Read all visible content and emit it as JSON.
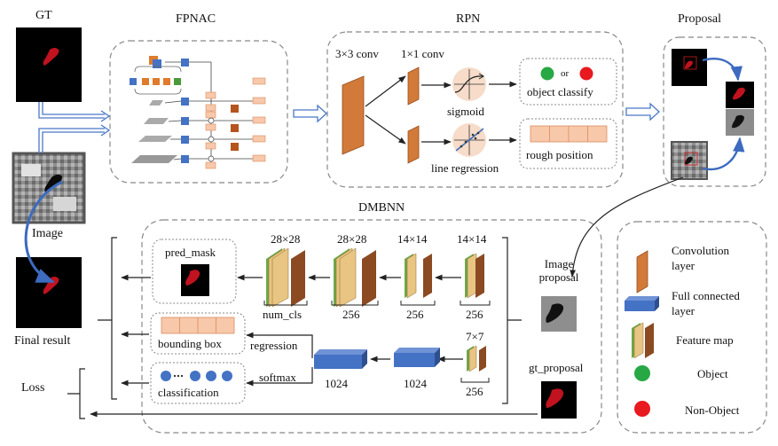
{
  "colors": {
    "conv": "#d17a3a",
    "conv_dark": "#9a4e1b",
    "fc": "#4472c4",
    "fc_dark": "#2e4f8f",
    "object": "#27a844",
    "non_object": "#e8191f",
    "box_fill": "#f8c8aa",
    "feat_brown": "#8b4a22",
    "feat_tan": "#e9c583",
    "feat_green": "#6fa84b",
    "dashed": "#888888",
    "arrow": "#222222",
    "curve_arrow": "#3c6bbf"
  },
  "top": {
    "gt_label": "GT",
    "image_label": "Image",
    "final_label": "Final result",
    "fpnac_title": "FPNAC",
    "rpn_title": "RPN",
    "proposal_title": "Proposal"
  },
  "rpn": {
    "conv3": "3×3 conv",
    "conv1": "1×1 conv",
    "sigmoid": "sigmoid",
    "line_regression": "line regression",
    "or": "or",
    "object_classify": "object classify",
    "rough_position": "rough position"
  },
  "dmbnn": {
    "title": "DMBNN",
    "pred_mask": "pred_mask",
    "bounding_box": "bounding box",
    "classification": "classification",
    "regression": "regression",
    "softmax": "softmax",
    "loss": "Loss",
    "image_proposal": "Image\nproposal",
    "gt_proposal": "gt_proposal",
    "sizes": [
      "28×28",
      "28×28",
      "14×14",
      "14×14",
      "7×7"
    ],
    "channels": [
      "num_cls",
      "256",
      "256",
      "256",
      "256"
    ],
    "fc": [
      "1024",
      "1024"
    ]
  },
  "legend": {
    "convolution": "Convolution\nlayer",
    "full_connected": "Full connected\nlayer",
    "feature_map": "Feature map",
    "object": "Object",
    "non_object": "Non-Object"
  }
}
